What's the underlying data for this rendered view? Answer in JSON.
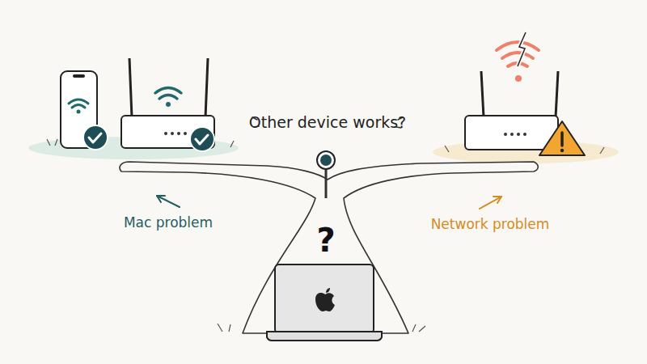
{
  "diagram": {
    "labels": [
      "Other device works?",
      "Mac problem",
      "Network problem",
      "?"
    ]
  }
}
